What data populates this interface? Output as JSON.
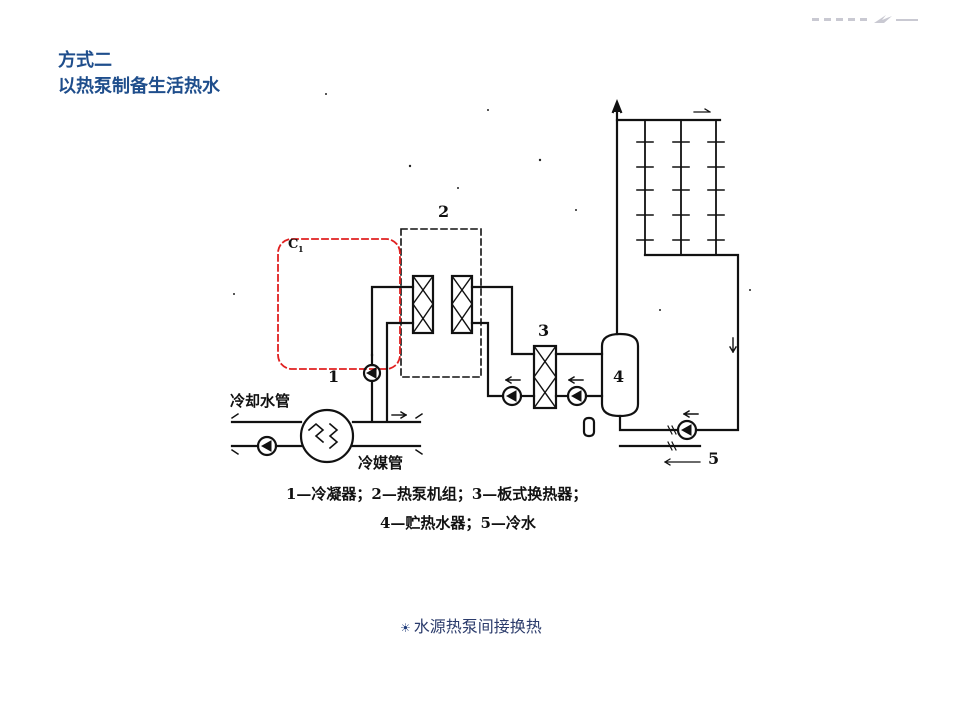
{
  "header": {
    "title_line1": "方式二",
    "title_line2": "以热泵制备生活热水"
  },
  "diagram": {
    "label_1": "1",
    "label_2": "2",
    "label_3": "3",
    "label_4": "4",
    "label_5": "5",
    "label_c1": "C",
    "label_c1_sub": "1",
    "label_cooling_pipe": "冷却水管",
    "label_refrigerant_pipe": "冷媒管",
    "legend_line1": "1—冷凝器；2—热泵机组；3—板式换热器；",
    "legend_line2": "4—贮热水器；5—冷水"
  },
  "caption": {
    "icon": "sun-bullet-icon",
    "text": "水源热泵间接换热"
  },
  "colors": {
    "title": "#1F4E8C",
    "highlight_box": "#E02020",
    "line": "#111111"
  }
}
